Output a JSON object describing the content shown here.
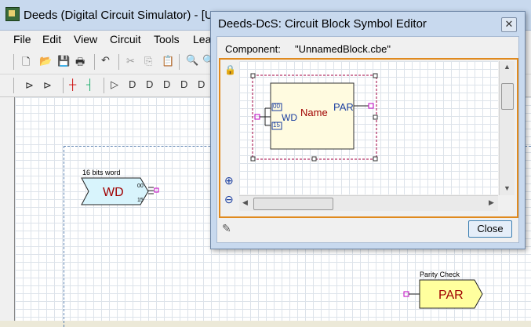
{
  "main_window": {
    "title": "Deeds (Digital Circuit Simulator) - [U",
    "menu": [
      "File",
      "Edit",
      "View",
      "Circuit",
      "Tools",
      "Lea"
    ]
  },
  "canvas": {
    "word_block": {
      "caption": "16 bits word",
      "label": "WD",
      "pin_top": "00",
      "pin_bottom": "15"
    },
    "parity_block": {
      "caption": "Parity Check",
      "label": "PAR"
    }
  },
  "dialog": {
    "title": "Deeds-DcS: Circuit Block Symbol Editor",
    "close_glyph": "✕",
    "component_label": "Component:",
    "component_value": "\"UnnamedBlock.cbe\"",
    "symbol": {
      "name": "Name",
      "input_label": "WD",
      "input_pin_top": "00",
      "input_pin_bottom": "15",
      "output_label": "PAR"
    },
    "close_button": "Close",
    "zoom_in_glyph": "⊕",
    "zoom_out_glyph": "⊖",
    "lock_glyph": "🔒"
  },
  "colors": {
    "titlebar": "#c8d9ee",
    "frame_accent": "#e08a1e",
    "block_fill_word": "#d8f4fc",
    "block_fill_parity": "#ffff9e",
    "symbol_fill": "#fffbe0",
    "pin_magenta": "#c000c0"
  }
}
